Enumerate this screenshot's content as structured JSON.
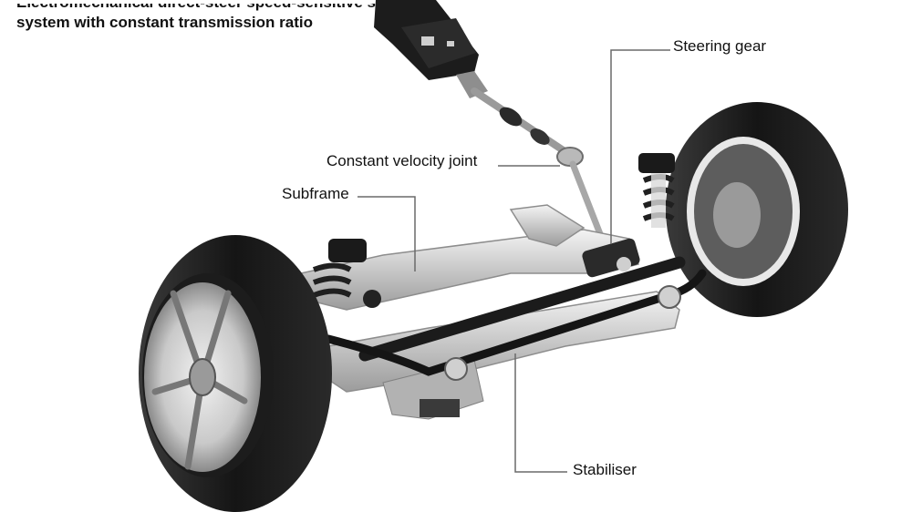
{
  "title": {
    "line1": "Electromechanical direct-steer speed-sensitive steering",
    "line2": "system with constant transmission ratio"
  },
  "callouts": {
    "steering_gear": "Steering gear",
    "constant_velocity_joint": "Constant velocity joint",
    "subframe": "Subframe",
    "stabiliser": "Stabiliser"
  }
}
